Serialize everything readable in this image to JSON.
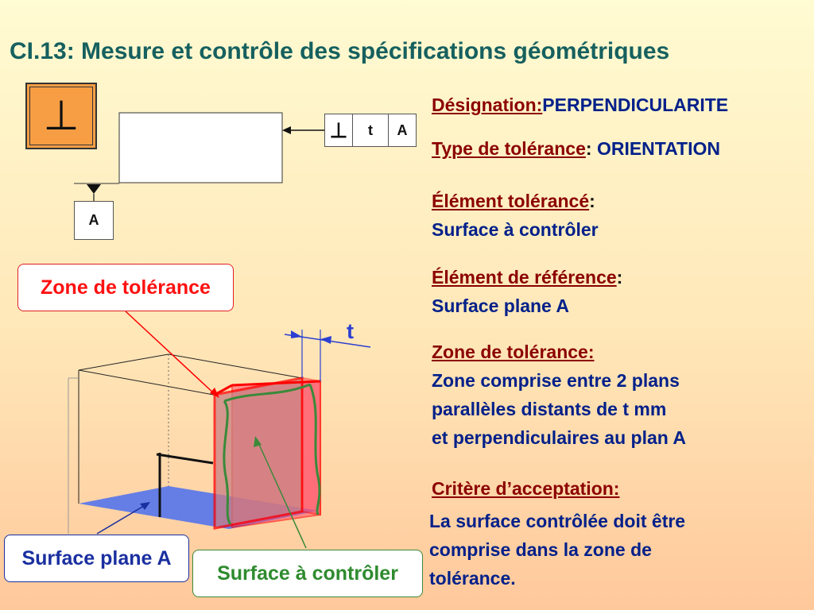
{
  "title": "CI.13: Mesure et contrôle des spécifications géométriques",
  "symbol": "⊥",
  "frame": {
    "symbol": "⊥",
    "tolerance": "t",
    "datum": "A"
  },
  "datum_label": "A",
  "labels": {
    "zone": "Zone de tolérance",
    "plane": "Surface plane A",
    "surface": "Surface à contrôler",
    "t": "t"
  },
  "info": {
    "designation_heading": "Désignation:",
    "designation_value": "PERPENDICULARITE",
    "type_heading": "Type de tolérance",
    "type_sep": ": ",
    "type_value": "ORIENTATION",
    "element_heading": "Élément tolérancé",
    "element_sep": ":",
    "element_value": "Surface à contrôler",
    "reference_heading": "Élément de référence",
    "reference_sep": ":",
    "reference_value": "Surface plane A",
    "zone_heading": "Zone de tolérance:",
    "zone_lines": [
      "Zone comprise entre 2 plans",
      "parallèles distants de t  mm",
      "et perpendiculaires au plan A"
    ],
    "critere_heading": "Critère d’acceptation:",
    "critere_lines": [
      "La surface contrôlée doit être",
      "comprise dans la zone de",
      "tolérance."
    ]
  },
  "colors": {
    "title": "#16605f",
    "heading": "#8b0000",
    "body": "#00208a",
    "zone_red": "#ff0000",
    "plane_blue": "#4a6ff0",
    "surface_green": "#3a8a3a"
  }
}
